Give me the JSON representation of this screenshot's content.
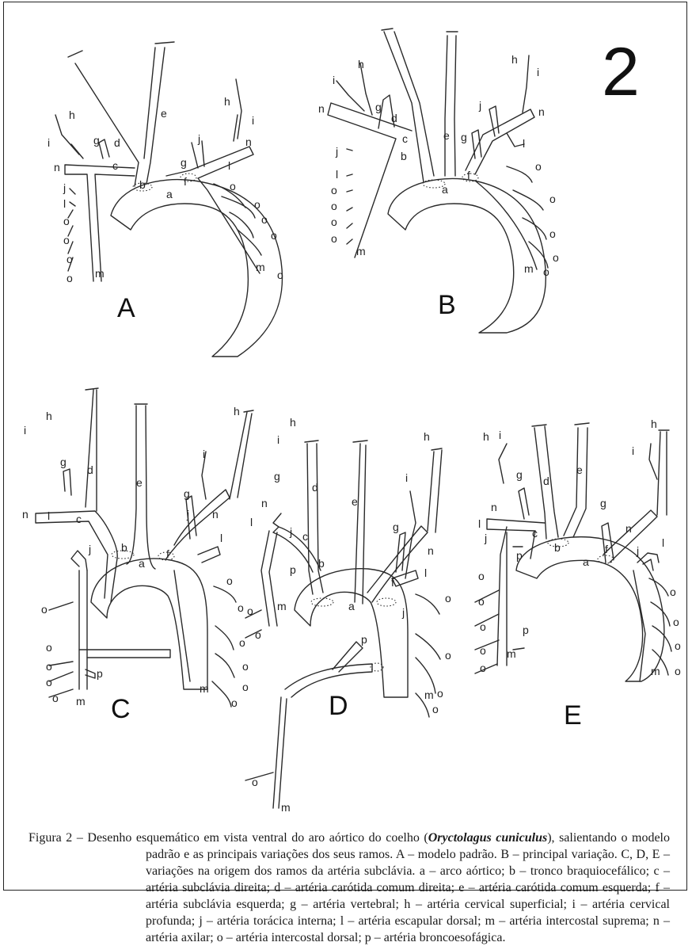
{
  "figure": {
    "number": "2",
    "panels": [
      "A",
      "B",
      "C",
      "D",
      "E"
    ],
    "labels": [
      "a",
      "b",
      "c",
      "d",
      "e",
      "f",
      "g",
      "h",
      "i",
      "j",
      "l",
      "m",
      "n",
      "o",
      "p"
    ]
  },
  "caption": {
    "prefix": "Figura 2 – ",
    "lead": "Desenho esquemático em vista ventral do aro aórtico do coelho (",
    "species": "Oryctolagus cuniculus",
    "rest": "), salientando o modelo padrão e as principais variações dos seus ramos. A – modelo padrão. B – principal variação. C, D, E – variações na origem dos ramos da artéria subclávia. a – arco aórtico; b – tronco braquiocefálico; c – artéria subclávia direita; d – artéria carótida comum direita; e – artéria carótida comum esquerda; f – artéria subclávia esquerda; g – artéria vertebral; h – artéria cervical superficial; i – artéria cervical profunda; j – artéria torácica interna; l – artéria escapular dorsal; m – artéria intercostal suprema; n – artéria axilar; o – artéria intercostal dorsal; p – artéria broncoesofágica."
  }
}
